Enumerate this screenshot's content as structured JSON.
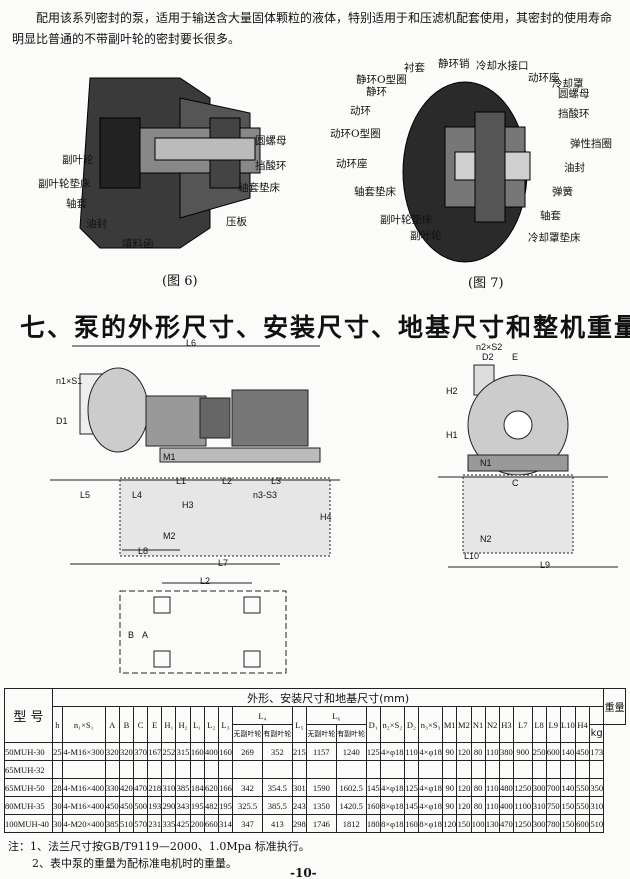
{
  "intro": "配用该系列密封的泵，适用于输送含大量固体颗粒的液体，特别适用于和压滤机配套使用，其密封的使用寿命明显比普通的不带副叶轮的密封要长很多。",
  "fig6": {
    "caption": "(图 6)",
    "labels": [
      "副叶轮",
      "副叶轮垫床",
      "轴套",
      "油封",
      "填料函",
      "圆螺母",
      "挡酸环",
      "轴套垫床",
      "压板"
    ]
  },
  "fig7": {
    "caption": "(图 7)",
    "labels": [
      "衬套",
      "静环销",
      "冷却水接口",
      "静环O型圈",
      "静环",
      "动环座",
      "冷却罩",
      "圆螺母",
      "动环",
      "挡酸环",
      "动环O型圈",
      "弹性挡圈",
      "动环座",
      "油封",
      "轴套垫床",
      "弹簧",
      "副叶轮垫床",
      "轴套",
      "副叶轮",
      "冷却罩垫床"
    ]
  },
  "section_title": "七、泵的外形尺寸、安装尺寸、地基尺寸和整机重量",
  "drawing_labels": {
    "side": [
      "L6",
      "n1×S1",
      "D1",
      "M1",
      "L1",
      "L2",
      "L3",
      "n3-S3",
      "H3",
      "H4",
      "L5",
      "L4",
      "M2",
      "L8",
      "L7"
    ],
    "end": [
      "n2×S2",
      "D2",
      "E",
      "H2",
      "H1",
      "N1",
      "C",
      "N2",
      "L10",
      "L9"
    ],
    "plan": [
      "L2",
      "A",
      "B"
    ]
  },
  "table": {
    "group_header": "外形、安装尺寸和地基尺寸(mm)",
    "model_header": "型  号",
    "weight_header": "重量",
    "weight_unit": "kg",
    "cols": [
      "h",
      "n₁×S₁",
      "A",
      "B",
      "C",
      "E",
      "H₁",
      "H₂",
      "L₁",
      "L₂",
      "L₃",
      "L₄",
      "L₅",
      "L₆",
      "D₁",
      "n₂×S₂",
      "D₂",
      "n₃×S₃",
      "M1",
      "M2",
      "N1",
      "N2",
      "H3",
      "L7",
      "L8",
      "L9",
      "L10",
      "H4"
    ],
    "sub_cols": [
      "无副叶轮",
      "有副叶轮",
      "无副叶轮",
      "有副叶轮"
    ],
    "rows": [
      [
        "50MUH-30",
        "25",
        "4-M16×300",
        "320",
        "320",
        "370",
        "167",
        "252",
        "315",
        "160",
        "400",
        "160",
        "269",
        "352",
        "215",
        "1157",
        "1240",
        "125",
        "4×φ18",
        "110",
        "4×φ18",
        "90",
        "120",
        "80",
        "110",
        "380",
        "900",
        "250",
        "600",
        "140",
        "450",
        "173"
      ],
      [
        "65MUH-32",
        "",
        "",
        "",
        "",
        "",
        "",
        "",
        "",
        "",
        "",
        "",
        "",
        "",
        "",
        "",
        "",
        "",
        "",
        "",
        "",
        "",
        "",
        "",
        "",
        "",
        "",
        "",
        "",
        "",
        "",
        ""
      ],
      [
        "65MUH-50",
        "28",
        "4-M16×400",
        "330",
        "420",
        "470",
        "218",
        "310",
        "385",
        "184",
        "620",
        "166",
        "342",
        "354.5",
        "301",
        "1590",
        "1602.5",
        "145",
        "4×φ18",
        "125",
        "4×φ18",
        "90",
        "120",
        "80",
        "110",
        "480",
        "1250",
        "300",
        "700",
        "140",
        "550",
        "350"
      ],
      [
        "80MUH-35",
        "30",
        "4-M16×400",
        "450",
        "450",
        "500",
        "193",
        "290",
        "343",
        "195",
        "482",
        "195",
        "325.5",
        "385.5",
        "243",
        "1350",
        "1420.5",
        "160",
        "8×φ18",
        "145",
        "4×φ18",
        "90",
        "120",
        "80",
        "110",
        "400",
        "1100",
        "310",
        "750",
        "150",
        "550",
        "310"
      ],
      [
        "100MUH-40",
        "30",
        "4-M20×400",
        "385",
        "510",
        "570",
        "231",
        "335",
        "425",
        "200",
        "660",
        "314",
        "347",
        "413",
        "298",
        "1746",
        "1812",
        "180",
        "8×φ18",
        "160",
        "8×φ18",
        "120",
        "150",
        "100",
        "130",
        "470",
        "1250",
        "300",
        "780",
        "150",
        "600",
        "510"
      ]
    ]
  },
  "notes": [
    "注：1、法兰尺寸按GB/T9119—2000、1.0Mpa 标准执行。",
    "2、表中泵的重量为配标准电机时的重量。"
  ],
  "page_number": "-10-"
}
